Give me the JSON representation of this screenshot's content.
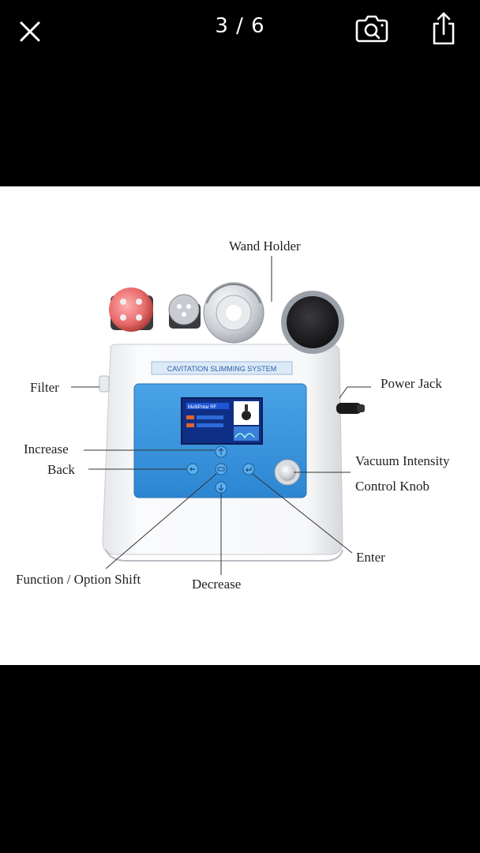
{
  "viewer": {
    "counter": "3 / 6",
    "close_icon": "close-icon",
    "camera_icon": "camera-search-icon",
    "share_icon": "share-icon"
  },
  "product": {
    "machine_label": "CAVITATION SLIMMING SYSTEM",
    "screen_text": "MultiPolar RF",
    "callouts": {
      "wand_holder": "Wand Holder",
      "filter": "Filter",
      "power_jack": "Power Jack",
      "increase": "Increase",
      "back": "Back",
      "vacuum_line1": "Vacuum Intensity",
      "vacuum_line2": "Control Knob",
      "enter": "Enter",
      "function_shift": "Function / Option Shift",
      "decrease": "Decrease"
    }
  }
}
